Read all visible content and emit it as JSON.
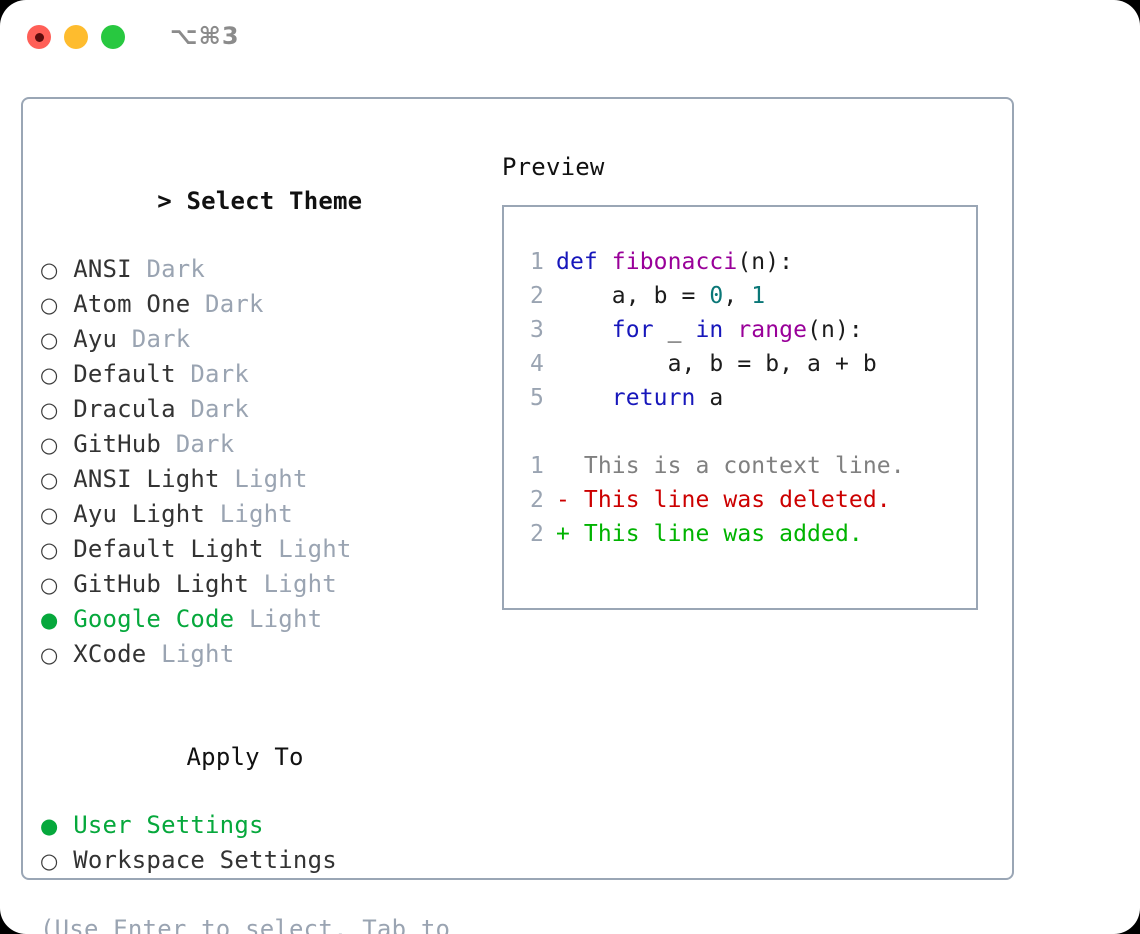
{
  "titlebar": {
    "shortcut": "⌥⌘3",
    "lights": [
      {
        "name": "close",
        "color": "#ff5f57"
      },
      {
        "name": "minimize",
        "color": "#febc2e"
      },
      {
        "name": "maximize",
        "color": "#28c840"
      }
    ]
  },
  "colors": {
    "accent_green": "#06a83c",
    "muted": "#9aa4b2",
    "border": "#9aa6b5",
    "keyword": "#1717bb",
    "function": "#990099",
    "number": "#0a7777",
    "diff_deleted": "#cc0000",
    "diff_added": "#00b300"
  },
  "theme_list": {
    "caret": ">",
    "title": "Select Theme",
    "bullet_off": "○",
    "bullet_on": "●",
    "options": [
      {
        "label": "ANSI",
        "tag": "Dark",
        "selected": false
      },
      {
        "label": "Atom One",
        "tag": "Dark",
        "selected": false
      },
      {
        "label": "Ayu",
        "tag": "Dark",
        "selected": false
      },
      {
        "label": "Default",
        "tag": "Dark",
        "selected": false
      },
      {
        "label": "Dracula",
        "tag": "Dark",
        "selected": false
      },
      {
        "label": "GitHub",
        "tag": "Dark",
        "selected": false
      },
      {
        "label": "ANSI Light",
        "tag": "Light",
        "selected": false
      },
      {
        "label": "Ayu Light",
        "tag": "Light",
        "selected": false
      },
      {
        "label": "Default Light",
        "tag": "Light",
        "selected": false
      },
      {
        "label": "GitHub Light",
        "tag": "Light",
        "selected": false
      },
      {
        "label": "Google Code",
        "tag": "Light",
        "selected": true
      },
      {
        "label": "XCode",
        "tag": "Light",
        "selected": false
      }
    ]
  },
  "apply_to": {
    "title": "Apply To",
    "options": [
      {
        "label": "User Settings",
        "selected": true
      },
      {
        "label": "Workspace Settings",
        "selected": false
      }
    ]
  },
  "hint": "(Use Enter to select, Tab to change focus)",
  "preview": {
    "title": "Preview",
    "code_lines": [
      {
        "num": "1",
        "tokens": [
          {
            "t": "def",
            "c": "kw"
          },
          {
            "t": " ",
            "c": "txt"
          },
          {
            "t": "fibonacci",
            "c": "fn"
          },
          {
            "t": "(n):",
            "c": "txt"
          }
        ]
      },
      {
        "num": "2",
        "tokens": [
          {
            "t": "    a, b = ",
            "c": "txt"
          },
          {
            "t": "0",
            "c": "num"
          },
          {
            "t": ", ",
            "c": "txt"
          },
          {
            "t": "1",
            "c": "num"
          }
        ]
      },
      {
        "num": "3",
        "tokens": [
          {
            "t": "    ",
            "c": "txt"
          },
          {
            "t": "for",
            "c": "kw"
          },
          {
            "t": " _ ",
            "c": "txt"
          },
          {
            "t": "in",
            "c": "kw"
          },
          {
            "t": " ",
            "c": "txt"
          },
          {
            "t": "range",
            "c": "fn"
          },
          {
            "t": "(n):",
            "c": "txt"
          }
        ]
      },
      {
        "num": "4",
        "tokens": [
          {
            "t": "        a, b = b, a + b",
            "c": "txt"
          }
        ]
      },
      {
        "num": "5",
        "tokens": [
          {
            "t": "    ",
            "c": "txt"
          },
          {
            "t": "return",
            "c": "kw"
          },
          {
            "t": " a",
            "c": "txt"
          }
        ]
      }
    ],
    "diff_lines": [
      {
        "num": "1",
        "marker": " ",
        "text": " This is a context line.",
        "kind": "ctx"
      },
      {
        "num": "2",
        "marker": "-",
        "text": " This line was deleted.",
        "kind": "del"
      },
      {
        "num": "2",
        "marker": "+",
        "text": " This line was added.",
        "kind": "add"
      }
    ]
  }
}
